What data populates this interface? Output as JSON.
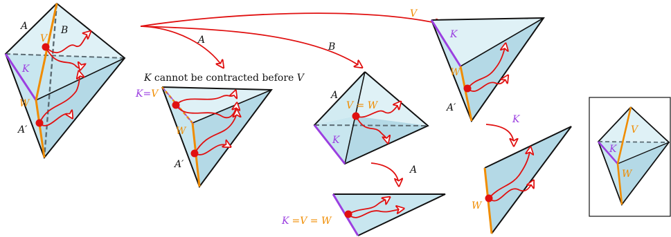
{
  "colors": {
    "face_light": "#dff1f6",
    "face_mid": "#c8e6ef",
    "face_dark": "#b4d9e6",
    "edge": "#111111",
    "hidden_edge": "#5b6b73",
    "vertex_edge": "#f08c00",
    "kernel_edge": "#9b3fe0",
    "arrow": "#e01010",
    "point": "#e01010"
  },
  "labels": {
    "A": "A",
    "B": "B",
    "A_prime": "A′",
    "V": "V",
    "W": "W",
    "K": "K",
    "K_eq": "=",
    "V_eq_W": "V = W",
    "K_eq_V_eq_W_K": "K",
    "K_eq_V_eq_W_rest": "=V = W"
  },
  "caption": {
    "K": "K",
    "text": " cannot be contracted before ",
    "V": "V"
  }
}
